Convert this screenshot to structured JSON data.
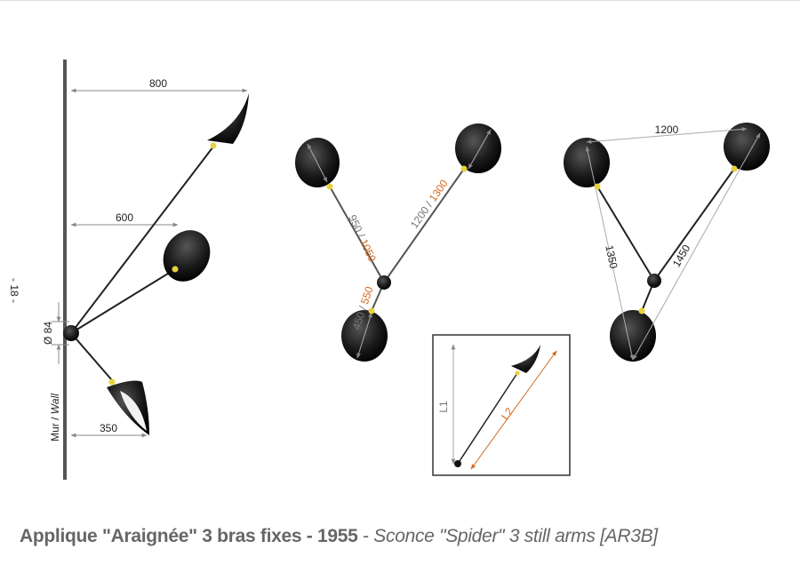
{
  "page_number": "- 18 -",
  "side_view": {
    "dim_top": "800",
    "dim_mid": "600",
    "dim_bottom": "350",
    "dim_diameter": "Ø 84",
    "wall_label_fr": "Mur",
    "wall_label_sep": " / ",
    "wall_label_en": "Wall"
  },
  "front_view_1": {
    "left_arm_a": "950",
    "left_arm_sep": " / ",
    "left_arm_b": "1050",
    "right_arm_a": "1200",
    "right_arm_sep": " / ",
    "right_arm_b": "1300",
    "bottom_arm_a": "450",
    "bottom_arm_sep": " / ",
    "bottom_arm_b": "550"
  },
  "front_view_2": {
    "span_top": "1200",
    "span_left": "1350",
    "span_right": "1450"
  },
  "inset": {
    "l1": "L1",
    "l2": "L2"
  },
  "caption": {
    "fr_title": "Applique \"Araignée\" 3 bras fixes - 1955",
    "separator": " - ",
    "en_title": "Sconce \"Spider\" 3 still arms  [AR3B]"
  },
  "colors": {
    "accent_orange": "#d2691e",
    "lamp_black": "#111111",
    "joint_yellow": "#e6d23c"
  }
}
